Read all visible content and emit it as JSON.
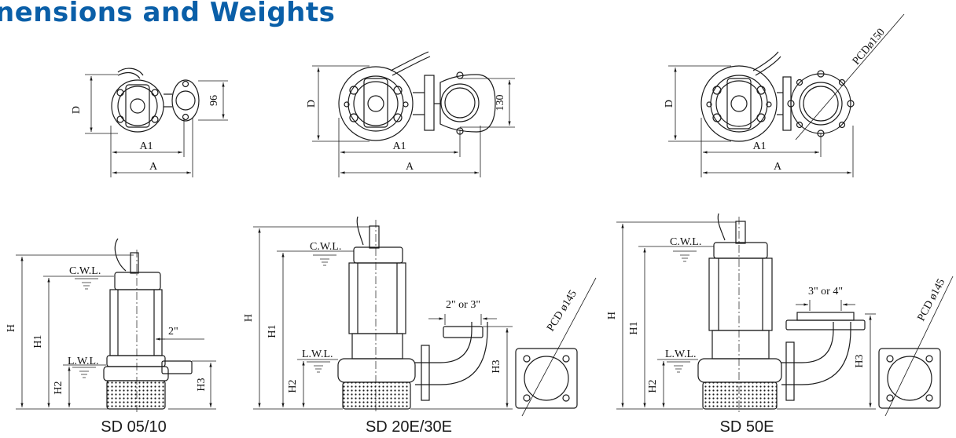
{
  "header": {
    "title": "nensions and Weights"
  },
  "top_views": [
    {
      "dim_d": "D",
      "dim_a1": "A1",
      "dim_a": "A",
      "dim_side": "96"
    },
    {
      "dim_d": "D",
      "dim_a1": "A1",
      "dim_a": "A",
      "dim_side": "130"
    },
    {
      "dim_d": "D",
      "dim_a1": "A1",
      "dim_a": "A",
      "pcd": "PCDø150"
    }
  ],
  "side_views": [
    {
      "caption": "SD 05/10",
      "h": "H",
      "h1": "H1",
      "h2": "H2",
      "h3": "H3",
      "cwl": "C.W.L.",
      "lwl": "L.W.L.",
      "outlet": "2\""
    },
    {
      "caption": "SD 20E/30E",
      "h": "H",
      "h1": "H1",
      "h2": "H2",
      "h3": "H3",
      "cwl": "C.W.L.",
      "lwl": "L.W.L.",
      "outlet": "2\" or 3\"",
      "pcd": "PCD ø145"
    },
    {
      "caption": "SD 50E",
      "h": "H",
      "h1": "H1",
      "h2": "H2",
      "h3": "H3",
      "cwl": "C.W.L.",
      "lwl": "L.W.L.",
      "outlet": "3\" or 4\"",
      "pcd": "PCD ø145"
    }
  ]
}
